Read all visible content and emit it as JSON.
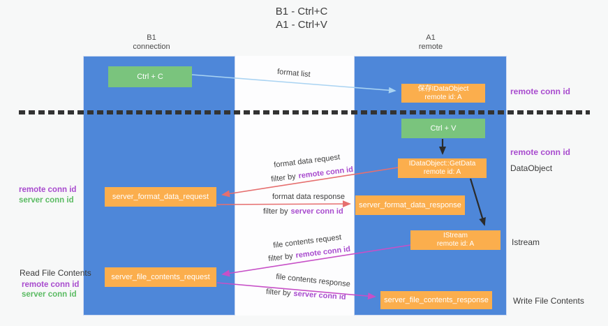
{
  "title": {
    "line1": "B1 - Ctrl+C",
    "line2": "A1 - Ctrl+V"
  },
  "lifelines": {
    "left": {
      "name": "B1",
      "role": "connection"
    },
    "right": {
      "name": "A1",
      "role": "remote"
    }
  },
  "boxes": {
    "ctrl_c": "Ctrl + C",
    "ctrl_v": "Ctrl + V",
    "store_idataobject": {
      "title": "保存IDataObject",
      "subtitle": "remote id: A"
    },
    "getdata": {
      "title": "IDataObject::GetData",
      "subtitle": "remote id: A"
    },
    "istream": {
      "title": "IStream",
      "subtitle": "remote id: A"
    },
    "format_request": "server_format_data_request",
    "format_response": "server_format_data_response",
    "file_request": "server_file_contents_request",
    "file_response": "server_file_contents_response"
  },
  "labels": {
    "format_list": "format list",
    "format_data_request": "format data request",
    "format_data_response": "format data response",
    "file_contents_request": "file contents request",
    "file_contents_response": "file contents response",
    "filter_by": "filter by",
    "remote_conn_id": "remote conn id",
    "server_conn_id": "server conn id",
    "dataobject": "DataObject",
    "istream": "Istream",
    "read_file_contents": "Read File Contents",
    "write_file_contents": "Write File Contents"
  },
  "colors": {
    "lifeline_blue": "#4e87d9",
    "action_green": "#7ac47d",
    "message_orange": "#fbae4d",
    "remote_conn_purple": "#a84bce",
    "server_conn_green": "#5bbb63",
    "format_arrow_red": "#e66f6f",
    "file_arrow_magenta": "#c750c7",
    "format_list_blue": "#a9d3f2",
    "black_arrow": "#2b2b2b"
  }
}
